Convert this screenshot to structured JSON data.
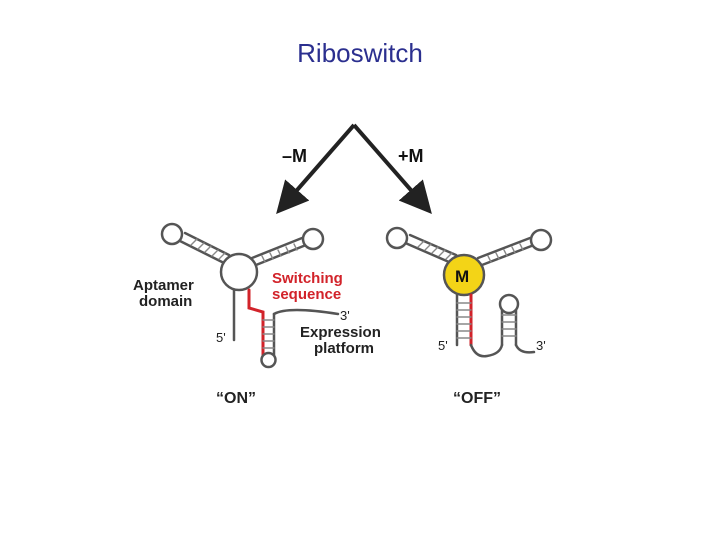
{
  "slide": {
    "title": "Riboswitch"
  },
  "diagram": {
    "minus_m": "–M",
    "plus_m": "+M",
    "ligand": "M",
    "aptamer_line1": "Aptamer",
    "aptamer_line2": "domain",
    "switching_line1": "Switching",
    "switching_line2": "sequence",
    "expression_line1": "Expression",
    "expression_line2": "platform",
    "five_prime": "5'",
    "three_prime": "3'",
    "state_on": "“ON”",
    "state_off": "“OFF”",
    "colors": {
      "title": "#2b2f8f",
      "switching": "#d2232a",
      "ligand": "#f3d417",
      "strand": "#555555"
    }
  }
}
